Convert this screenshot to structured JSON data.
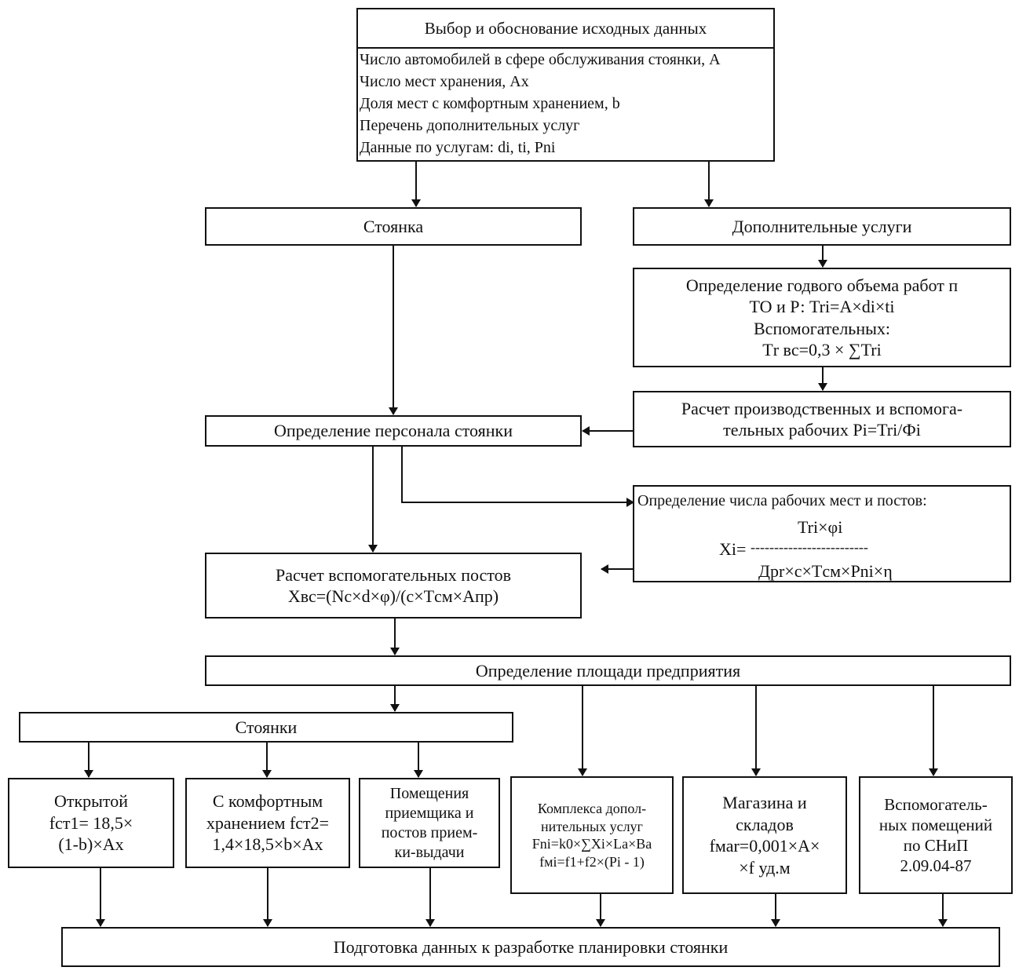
{
  "input_box": {
    "title": "Выбор и обоснование исходных данных",
    "items": [
      "Число автомобилей в сфере обслуживания стоянки, А",
      "Число мест хранения, Ах",
      "Доля мест с комфортным хранением, b",
      "Перечень дополнительных услуг",
      "Данные по услугам:  di, ti, Pni"
    ]
  },
  "parking": {
    "label": "Стоянка"
  },
  "extra_services": {
    "label": "Дополнительные услуги"
  },
  "annual_volume": {
    "lines": [
      "Определение годвого объема работ п",
      "ТО и  Р: Tri=A×di×ti",
      "Вспомогательных:",
      "Тr вс=0,3 × ∑Tri"
    ]
  },
  "workers_calc": {
    "lines": [
      "Расчет производственных и вспомога-",
      "тельных рабочих Pi=Tri/Фi"
    ]
  },
  "staff": {
    "label": "Определение персонала стоянки"
  },
  "workplaces": {
    "title": "Определение числа рабочих мест и постов:",
    "numerator": "Tri×φi",
    "lhs": "Xi=",
    "rule": "-------------------------",
    "denominator": "Дрr×c×Tсм×Pni×η"
  },
  "aux_posts": {
    "lines": [
      "Расчет вспомогательных постов",
      "Хвс=(Nc×d×φ)/(c×Tсм×Апр)"
    ]
  },
  "area": {
    "label": "Определение площади предприятия"
  },
  "parkings": {
    "label": "Стоянки"
  },
  "open_parking": {
    "lines": [
      "Открытой",
      "fст1= 18,5×",
      "(1-b)×Ax"
    ]
  },
  "comfort_parking": {
    "lines": [
      "С комфортным",
      "хранением fст2=",
      "1,4×18,5×b×Ax"
    ]
  },
  "reception": {
    "lines": [
      "Помещения",
      "приемщика и",
      "постов прием-",
      "ки-выдачи"
    ]
  },
  "services_complex": {
    "lines": [
      "Комплекса допол-",
      "нительных услуг",
      "Fni=k0×∑Xi×La×Ba",
      "fмi=f1+f2×(Pi - 1)"
    ]
  },
  "shop": {
    "lines": [
      "Магазина и",
      "складов",
      "fмаr=0,001×A×",
      "×f уд.м"
    ]
  },
  "aux_rooms": {
    "lines": [
      "Вспомогатель-",
      "ных помещений",
      "по СНиП",
      "2.09.04-87"
    ]
  },
  "final": {
    "label": "Подготовка данных к разработке планировки стоянки"
  }
}
